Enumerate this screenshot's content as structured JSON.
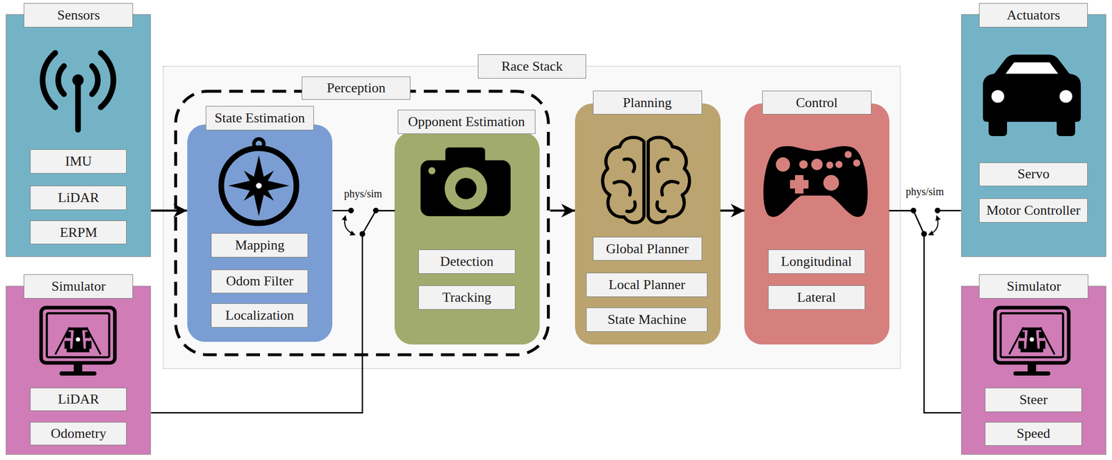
{
  "diagram": {
    "nodes": [
      {
        "text": [
          "Sensors"
        ]
      },
      {
        "text": [
          "IMU"
        ],
        "in": 0
      },
      {
        "text": [
          "LiDAR"
        ],
        "in": 0
      },
      {
        "text": [
          "ERPM"
        ],
        "in": 0
      },
      {
        "text": [
          "Simulator"
        ]
      },
      {
        "text": [
          "LiDAR"
        ],
        "in": 4
      },
      {
        "text": [
          "Odometry"
        ],
        "in": 4
      },
      {
        "text": [
          "Race Stack"
        ]
      },
      {
        "text": [
          "Perception"
        ],
        "in": 7
      },
      {
        "text": [
          "State Estimation"
        ],
        "in": 8
      },
      {
        "text": [
          "Mapping"
        ],
        "in": 9
      },
      {
        "text": [
          "Odom Filter"
        ],
        "in": 9
      },
      {
        "text": [
          "Localization"
        ],
        "in": 9
      },
      {
        "text": [
          "Opponent Estimation"
        ],
        "in": 8
      },
      {
        "text": [
          "Detection"
        ],
        "in": 13
      },
      {
        "text": [
          "Tracking"
        ],
        "in": 13
      },
      {
        "text": [
          "Planning"
        ],
        "in": 7
      },
      {
        "text": [
          "Global Planner"
        ],
        "in": 16
      },
      {
        "text": [
          "Local Planner"
        ],
        "in": 16
      },
      {
        "text": [
          "State Machine"
        ],
        "in": 16
      },
      {
        "text": [
          "Control"
        ],
        "in": 7
      },
      {
        "text": [
          "Longitudinal"
        ],
        "in": 20
      },
      {
        "text": [
          "Lateral"
        ],
        "in": 20
      },
      {
        "text": [
          "Actuators"
        ]
      },
      {
        "text": [
          "Servo"
        ],
        "in": 23
      },
      {
        "text": [
          "Motor Controller"
        ],
        "in": 23
      },
      {
        "text": [
          "Simulator"
        ]
      },
      {
        "text": [
          "Steer"
        ],
        "in": 26
      },
      {
        "text": [
          "Speed"
        ],
        "in": 26
      }
    ],
    "edges": [
      {
        "from": 0,
        "to": 9,
        "arrow": "to"
      },
      {
        "from": 9,
        "to": 13,
        "arrow": "none"
      },
      {
        "from": 4,
        "to": 13,
        "arrow": "none"
      },
      {
        "from": 8,
        "to": 16,
        "arrow": "to"
      },
      {
        "from": 16,
        "to": 20,
        "arrow": "to"
      },
      {
        "from": 20,
        "to": 23,
        "arrow": "none"
      },
      {
        "from": 20,
        "to": 26,
        "arrow": "none"
      }
    ],
    "labels": [
      "phys/sim",
      "phys/sim"
    ]
  }
}
